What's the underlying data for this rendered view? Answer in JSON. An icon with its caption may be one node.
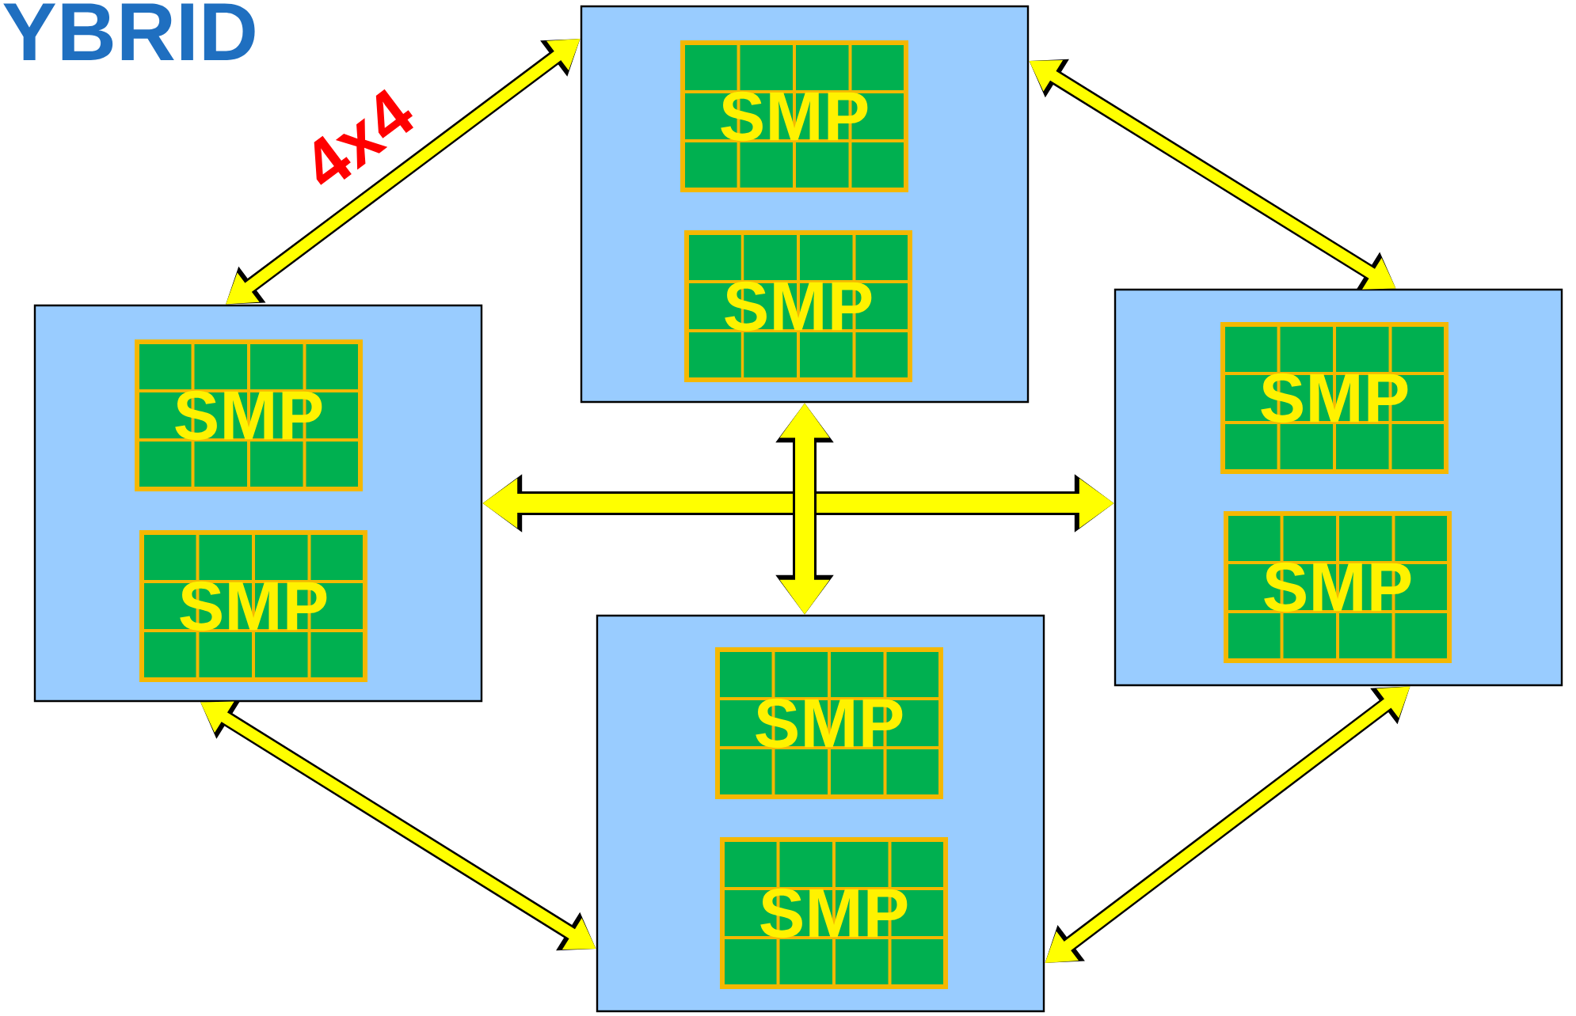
{
  "diagram": {
    "title": "YBRID",
    "nodes": [
      {
        "text": [],
        "shape": "box"
      },
      {
        "text": [
          "SMP"
        ],
        "in": 0
      },
      {
        "text": [
          "SMP"
        ],
        "in": 0
      },
      {
        "text": [],
        "shape": "box"
      },
      {
        "text": [
          "SMP"
        ],
        "in": 3
      },
      {
        "text": [
          "SMP"
        ],
        "in": 3
      },
      {
        "text": [],
        "shape": "box"
      },
      {
        "text": [
          "SMP"
        ],
        "in": 6
      },
      {
        "text": [
          "SMP"
        ],
        "in": 6
      },
      {
        "text": [],
        "shape": "box"
      },
      {
        "text": [
          "SMP"
        ],
        "in": 9
      },
      {
        "text": [
          "SMP"
        ],
        "in": 9
      }
    ],
    "edges": [
      {
        "from": 3,
        "to": 0,
        "arrow": "both",
        "label": "4x4"
      },
      {
        "from": 0,
        "to": 6,
        "arrow": "both"
      },
      {
        "from": 3,
        "to": 6,
        "arrow": "both"
      },
      {
        "from": 0,
        "to": 9,
        "arrow": "both"
      },
      {
        "from": 3,
        "to": 9,
        "arrow": "both"
      },
      {
        "from": 6,
        "to": 9,
        "arrow": "both"
      }
    ]
  }
}
